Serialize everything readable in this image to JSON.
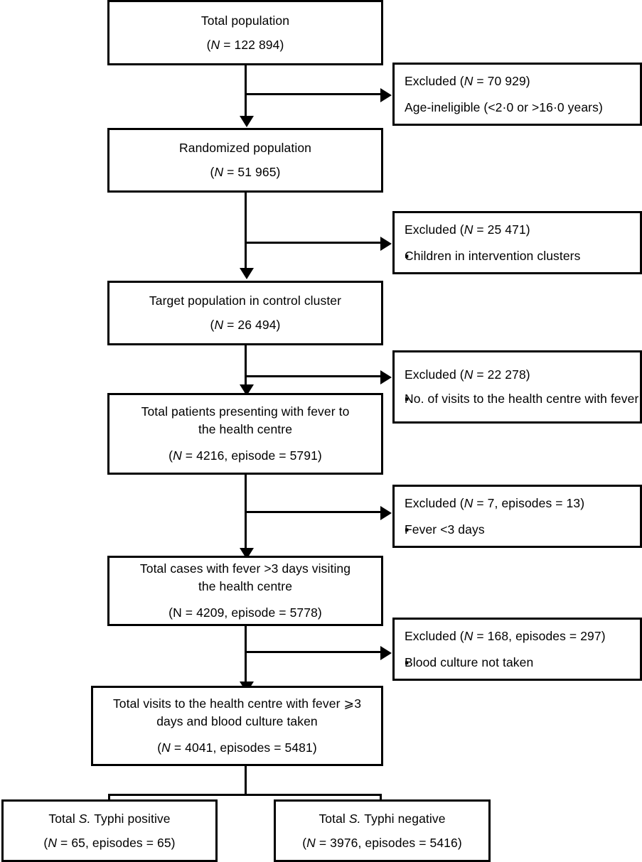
{
  "figure": {
    "type": "flowchart",
    "description": "Study participant flow diagram (CONSORT-style) for a typhoid fever surveillance study in a control cluster",
    "colors": {
      "stroke": "#000000",
      "background": "#ffffff",
      "text": "#000000"
    }
  },
  "main_boxes": [
    {
      "id": "total-population",
      "lines": [
        "Total population"
      ],
      "count_line": {
        "prefix": "(",
        "n_label": "N",
        "n_italic": true,
        "text": " = 122 894)"
      }
    },
    {
      "id": "randomized-population",
      "lines": [
        "Randomized population"
      ],
      "count_line": {
        "prefix": "(",
        "n_label": "N",
        "n_italic": true,
        "text": " = 51 965)"
      }
    },
    {
      "id": "target-population-control-cluster",
      "lines": [
        "Target population in control cluster"
      ],
      "count_line": {
        "prefix": "(",
        "n_label": "N",
        "n_italic": true,
        "text": " = 26 494)"
      }
    },
    {
      "id": "total-patients-fever",
      "lines": [
        "Total patients presenting with fever to",
        "the health centre"
      ],
      "count_line": {
        "prefix": "(",
        "n_label": "N",
        "n_italic": true,
        "text": " = 4216, episode = 5791)"
      }
    },
    {
      "id": "total-cases-fever-3days",
      "lines": [
        "Total cases with fever >3 days visiting",
        "the health centre"
      ],
      "count_line": {
        "prefix": "(",
        "n_label": "N",
        "n_italic": false,
        "text": " = 4209, episode = 5778)"
      }
    },
    {
      "id": "total-visits-blood-culture",
      "lines": [
        "Total visits to the health centre with fever ⩾3",
        "days and blood culture taken"
      ],
      "count_line": {
        "prefix": "(",
        "n_label": "N",
        "n_italic": true,
        "text": " = 4041, episodes = 5481)"
      }
    }
  ],
  "excluded_boxes": [
    {
      "id": "excluded-age-ineligible",
      "heading": {
        "prefix": "Excluded (",
        "n_label": "N",
        "n_italic": true,
        "text": " = 70 929)"
      },
      "bullet": false,
      "detail": "Age-ineligible (<2·0 or >16·0 years)"
    },
    {
      "id": "excluded-intervention-clusters",
      "heading": {
        "prefix": "Excluded (",
        "n_label": "N",
        "n_italic": true,
        "text": " = 25 471)"
      },
      "bullet": true,
      "bullet_glyph": "▪",
      "detail": "Children in intervention clusters"
    },
    {
      "id": "excluded-visits-with-fever",
      "heading": {
        "prefix": "Excluded (",
        "n_label": "N",
        "n_italic": true,
        "text": " = 22 278)"
      },
      "bullet": true,
      "bullet_glyph": "▪",
      "detail": "No. of visits to the health centre with fever"
    },
    {
      "id": "excluded-fever-under-3-days",
      "heading": {
        "prefix": "Excluded (",
        "n_label": "N",
        "n_italic": true,
        "text": " = 7, episodes = 13)"
      },
      "bullet": true,
      "bullet_glyph": "▪",
      "detail": "Fever <3 days"
    },
    {
      "id": "excluded-no-blood-culture",
      "heading": {
        "prefix": "Excluded (",
        "n_label": "N",
        "n_italic": true,
        "text": " = 168, episodes = 297)"
      },
      "bullet": true,
      "bullet_glyph": "▪",
      "detail": "Blood culture not taken"
    }
  ],
  "outcome_boxes": [
    {
      "id": "s-typhi-positive",
      "title_prefix": "Total ",
      "genus": "S.",
      "title_suffix": " Typhi positive",
      "count_line": {
        "prefix": "(",
        "n_label": "N",
        "n_italic": true,
        "text": " = 65, episodes = 65)"
      }
    },
    {
      "id": "s-typhi-negative",
      "title_prefix": "Total ",
      "genus": "S.",
      "title_suffix": " Typhi negative",
      "count_line": {
        "prefix": "(",
        "n_label": "N",
        "n_italic": true,
        "text": " = 3976, episodes = 5416)"
      }
    }
  ]
}
